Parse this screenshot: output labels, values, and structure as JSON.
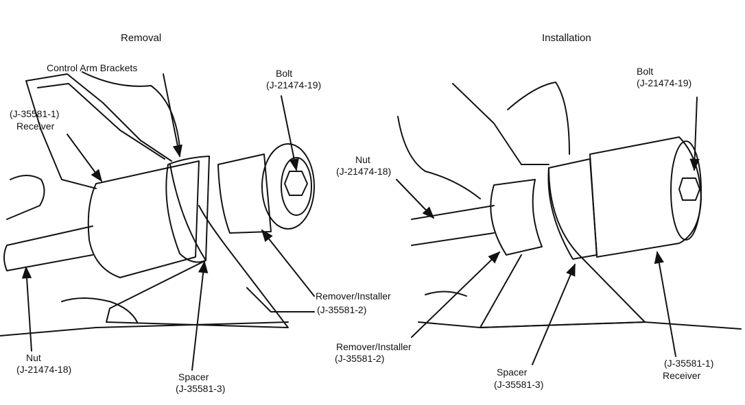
{
  "diagram": {
    "panels": [
      {
        "title": "Removal"
      },
      {
        "title": "Installation"
      }
    ],
    "removal_labels": {
      "control_arm_brackets": "Control Arm Brackets",
      "bolt": [
        "Bolt",
        "(J-21474-19)"
      ],
      "receiver": [
        "(J-35581-1)",
        "Receiver"
      ],
      "remover_installer": [
        "Remover/Installer",
        "(J-35581-2)"
      ],
      "nut": [
        "Nut",
        "(J-21474-18)"
      ],
      "spacer": [
        "Spacer",
        "(J-35581-3)"
      ]
    },
    "installation_labels": {
      "bolt": [
        "Bolt",
        "(J-21474-19)"
      ],
      "nut": [
        "Nut",
        "(J-21474-18)"
      ],
      "remover_installer": [
        "Remover/Installer",
        "(J-35581-2)"
      ],
      "spacer": [
        "Spacer",
        "(J-35581-3)"
      ],
      "receiver": [
        "(J-35581-1)",
        "Receiver"
      ]
    },
    "colors": {
      "ink": "#111111",
      "paper": "#ffffff"
    }
  }
}
